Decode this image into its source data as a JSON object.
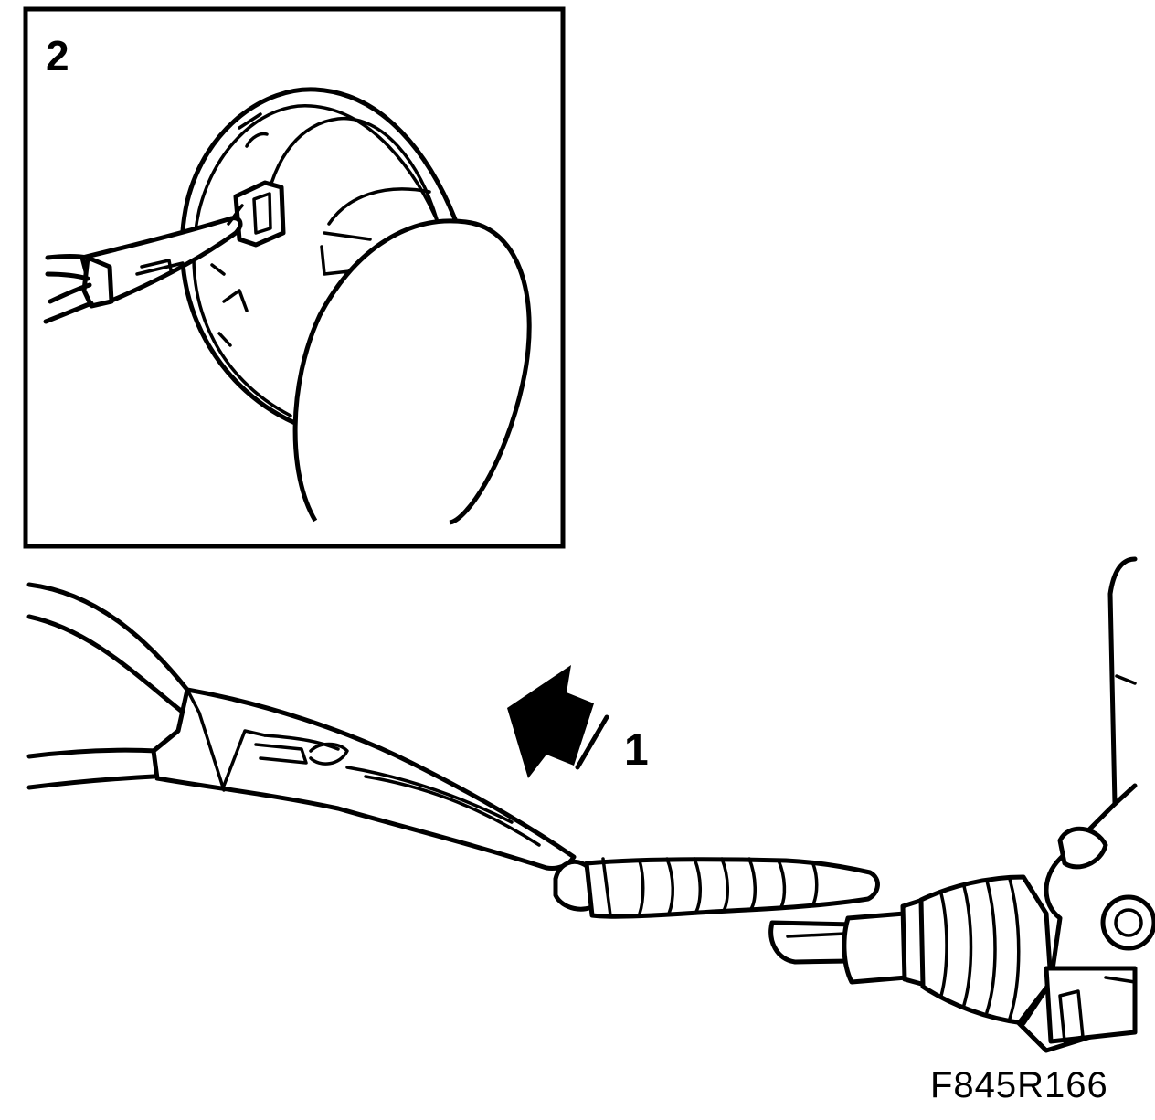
{
  "labels": {
    "inset_number": "2",
    "step_number": "1",
    "figure_code": "F845R166"
  },
  "colors": {
    "line": "#000000",
    "background": "#ffffff"
  }
}
